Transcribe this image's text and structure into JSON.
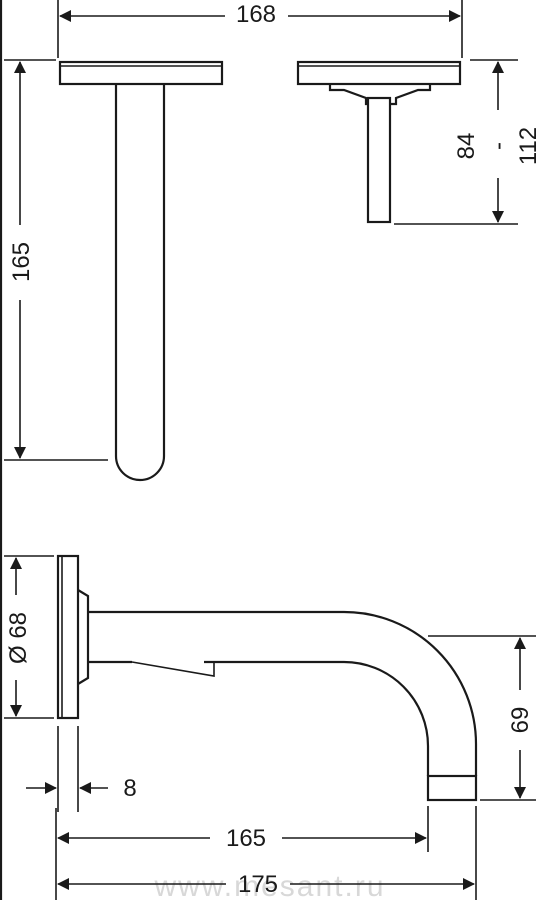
{
  "drawing": {
    "dimensions": {
      "top_width": "168",
      "spout_height": "165",
      "stem_length": "84",
      "separator": "-",
      "stem_length_max": "112",
      "flange_diameter": "Ø 68",
      "flange_depth": "8",
      "outlet_height": "69",
      "projection": "165",
      "total_projection": "175"
    },
    "watermark": "www.mesant.ru"
  }
}
